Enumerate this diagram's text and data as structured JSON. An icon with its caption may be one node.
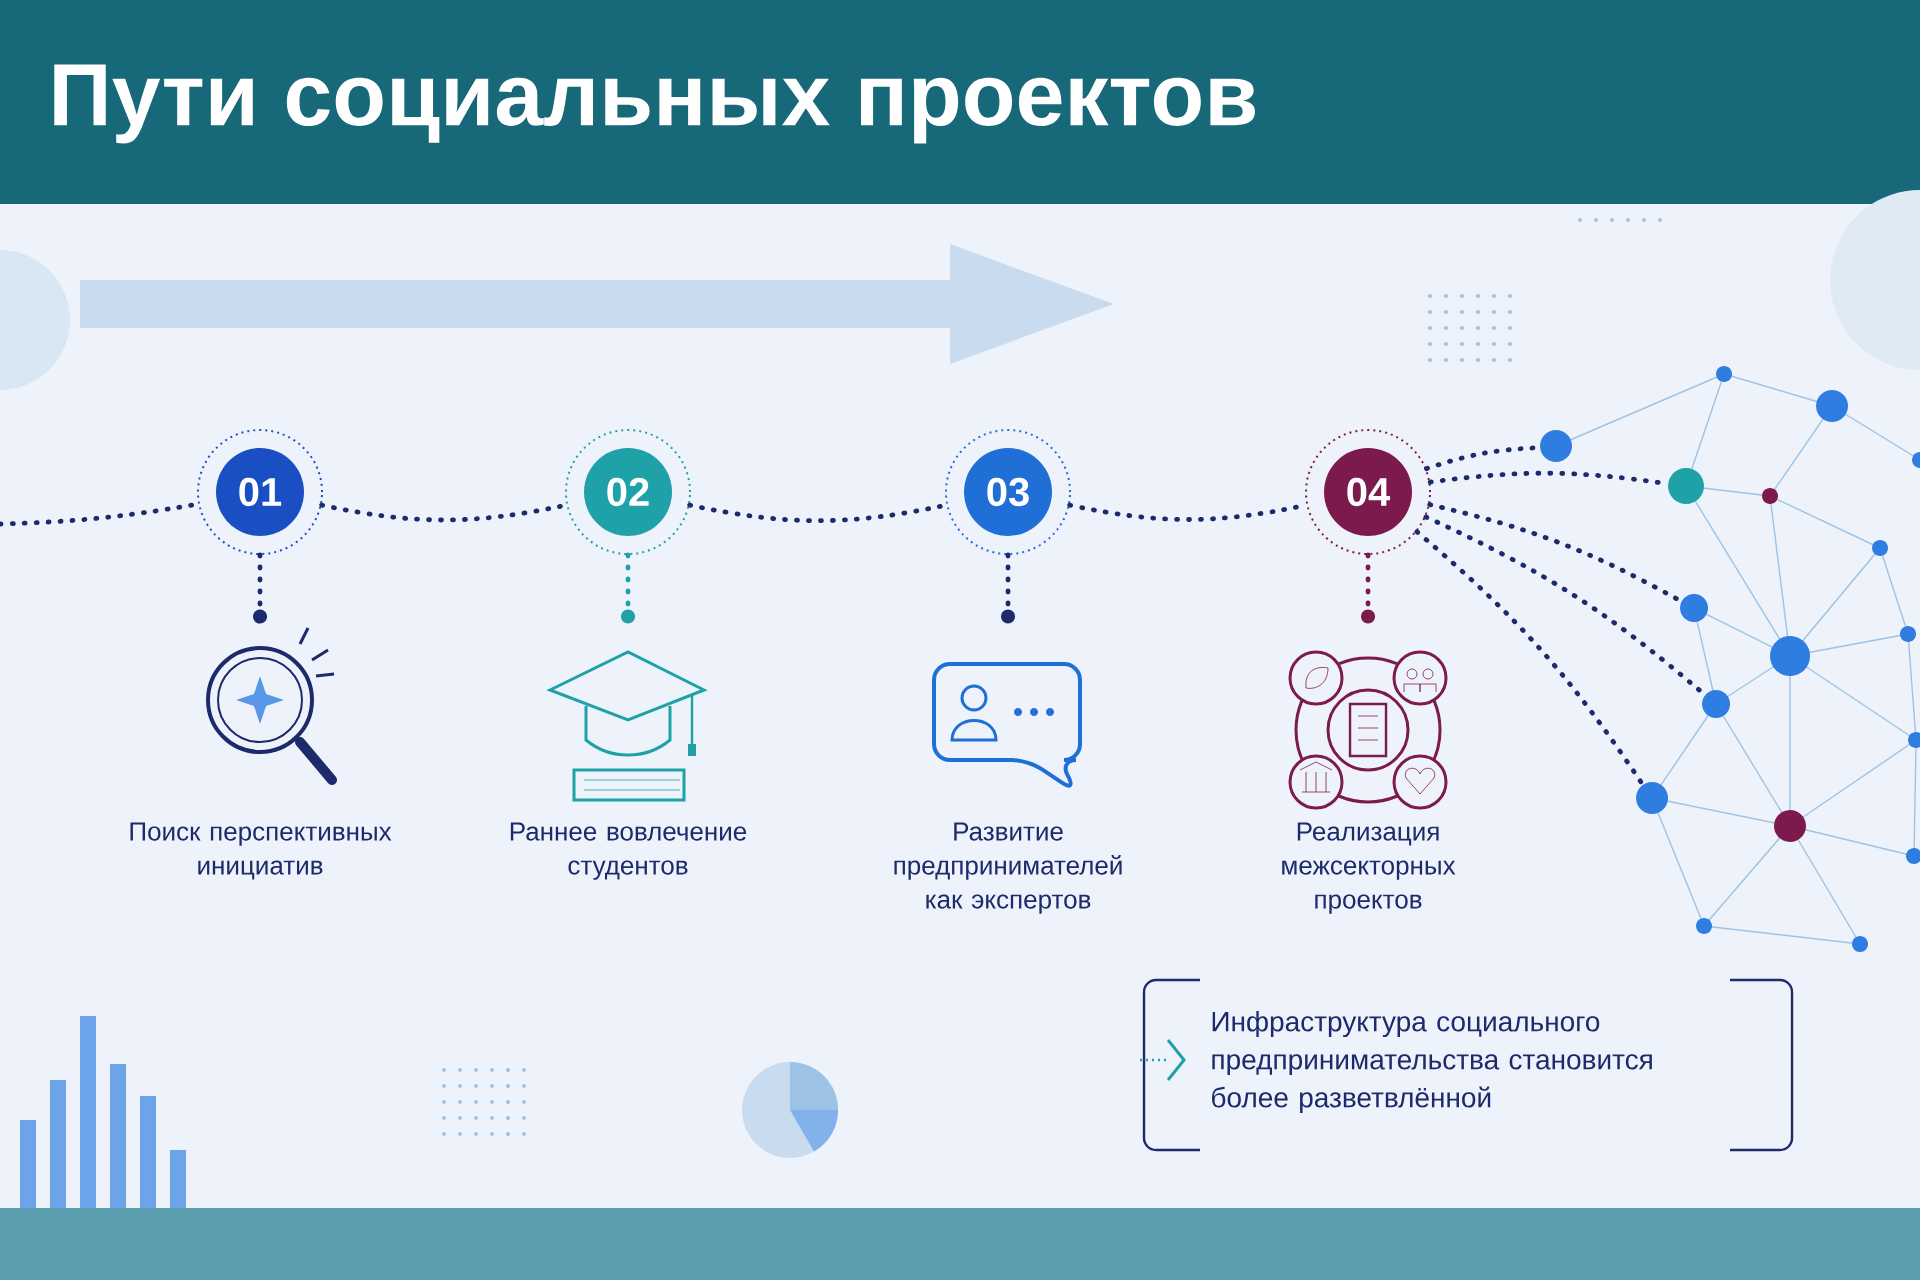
{
  "diagram": {
    "title": "Пути социальных проектов",
    "nodes": [
      {
        "text": [
          "01"
        ]
      },
      {
        "text": [
          "02"
        ]
      },
      {
        "text": [
          "03"
        ]
      },
      {
        "text": [
          "04"
        ]
      },
      {
        "text": [
          "Поиск перспективных инициатив"
        ]
      },
      {
        "text": [
          "Раннее вовлечение студентов"
        ]
      },
      {
        "text": [
          "Развитие предпринимателей как экспертов"
        ]
      },
      {
        "text": [
          "Реализация межсекторных проектов"
        ]
      },
      {
        "text": [
          "Инфраструктура социального предпринимательства становится более разветвлённой"
        ]
      },
      {
        "text": [],
        "shape": "circle"
      },
      {
        "text": [],
        "shape": "circle"
      },
      {
        "text": [],
        "shape": "circle"
      },
      {
        "text": [],
        "shape": "circle"
      },
      {
        "text": [],
        "shape": "circle"
      }
    ],
    "edges": [
      {
        "from": null,
        "to": 0,
        "arrow": "none"
      },
      {
        "from": 0,
        "to": 1,
        "arrow": "none"
      },
      {
        "from": 1,
        "to": 2,
        "arrow": "none"
      },
      {
        "from": 2,
        "to": 3,
        "arrow": "none"
      },
      {
        "from": 0,
        "to": 4,
        "arrow": "other"
      },
      {
        "from": 1,
        "to": 5,
        "arrow": "other",
        "color": "#1ea2a8"
      },
      {
        "from": 2,
        "to": 6,
        "arrow": "other"
      },
      {
        "from": 3,
        "to": 7,
        "arrow": "other",
        "color": "#7d1a4d"
      },
      {
        "from": 3,
        "to": 9,
        "arrow": "none"
      },
      {
        "from": 3,
        "to": 10,
        "arrow": "none"
      },
      {
        "from": 3,
        "to": 11,
        "arrow": "none"
      },
      {
        "from": 3,
        "to": 12,
        "arrow": "none"
      },
      {
        "from": 3,
        "to": 13,
        "arrow": "none"
      }
    ]
  }
}
